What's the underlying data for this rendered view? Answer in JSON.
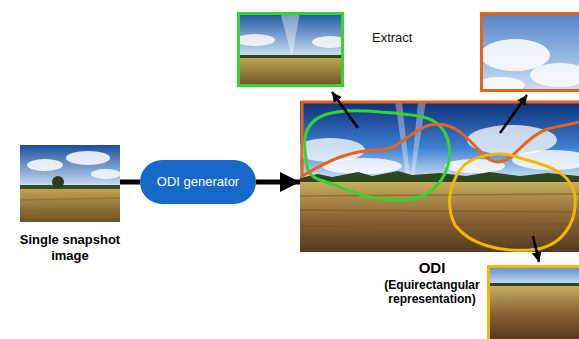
{
  "diagram": {
    "nodes": [
      {
        "text": [
          "Single snapshot image"
        ]
      },
      {
        "text": [
          "ODI generator"
        ]
      },
      {
        "text": [
          "ODI",
          "(Equirectangular representation)"
        ]
      }
    ],
    "edges": [
      {
        "from": 0,
        "to": 1,
        "arrow": "none"
      },
      {
        "from": 1,
        "to": 2,
        "arrow": "to"
      }
    ],
    "labels": [
      "Extract"
    ]
  }
}
